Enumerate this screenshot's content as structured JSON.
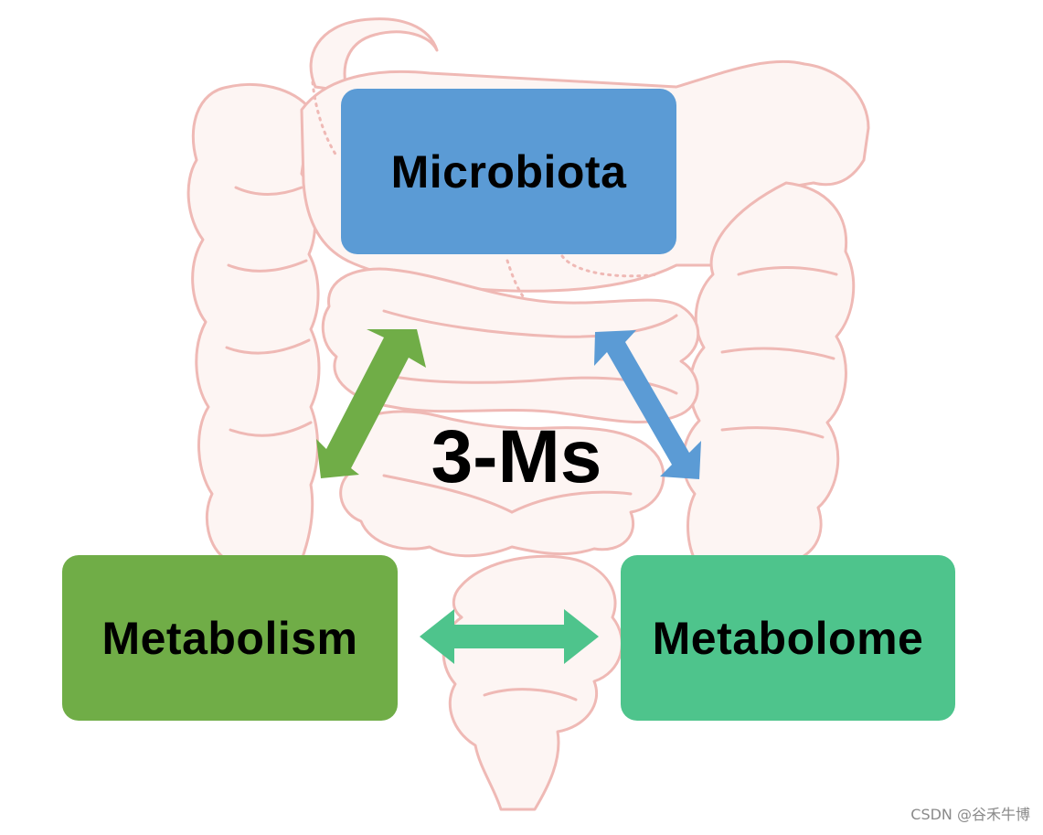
{
  "diagram": {
    "center_label": "3-Ms",
    "nodes": {
      "microbiota": {
        "label": "Microbiota",
        "color": "#5b9bd5"
      },
      "metabolism": {
        "label": "Metabolism",
        "color": "#70ad47"
      },
      "metabolome": {
        "label": "Metabolome",
        "color": "#4ec48c"
      }
    },
    "arrows": {
      "microbiota_metabolism": {
        "color": "#70ad47"
      },
      "microbiota_metabolome": {
        "color": "#5b9bd5"
      },
      "metabolism_metabolome": {
        "color": "#4ec48c"
      }
    },
    "background_illustration": {
      "icon": "intestine-outline-icon",
      "fill_color": "#fdf5f3",
      "stroke_color": "#efb9b5"
    }
  },
  "watermark": "CSDN @谷禾牛博"
}
